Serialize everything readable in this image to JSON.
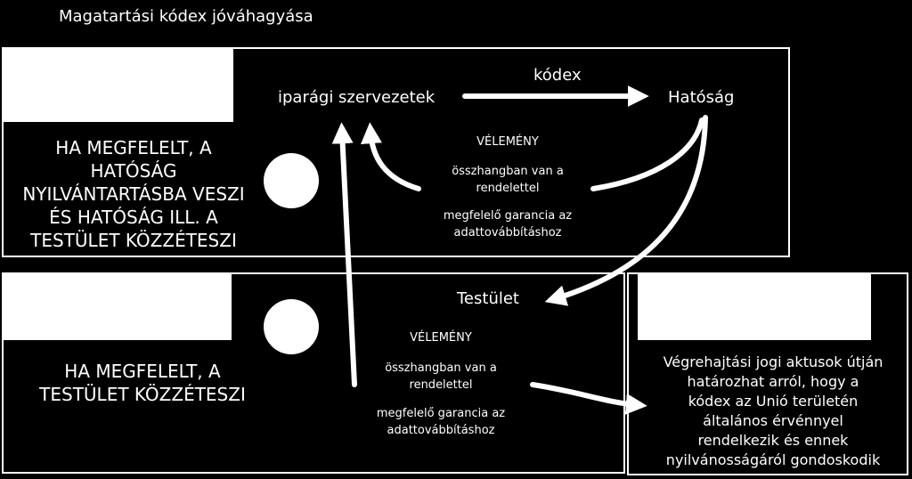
{
  "title": "Magatartási kódex jóváhagyása",
  "nodes": {
    "industry": "iparági szervezetek",
    "authority": "Hatóság",
    "board": "Testület"
  },
  "edge_label": "kódex",
  "opinion1": {
    "heading": "VÉLEMÉNY",
    "line1": "összhangban van a",
    "line2": "rendelettel",
    "line3": "megfelelő garancia az",
    "line4": "adattovábbításhoz"
  },
  "opinion2": {
    "heading": "VÉLEMÉNY",
    "line1": "összhangban van a",
    "line2": "rendelettel",
    "line3": "megfelelő garancia az",
    "line4": "adattovábbításhoz"
  },
  "left1": {
    "l1": "HA MEGFELELT, A",
    "l2": "HATÓSÁG",
    "l3": "NYILVÁNTARTÁSBA VESZI",
    "l4": "ÉS HATÓSÁG ILL. A",
    "l5": "TESTÜLET KÖZZÉTESZI"
  },
  "left2": {
    "l1": "HA MEGFELELT, A",
    "l2": "TESTÜLET KÖZZÉTESZI"
  },
  "right": {
    "l1": "Végrehajtási jogi aktusok útján",
    "l2": "határozhat arról, hogy a",
    "l3": "kódex az Unió területén",
    "l4": "általános érvénnyel",
    "l5": "rendelkezik és ennek",
    "l6": "nyilvánosságáról gondoskodik"
  }
}
